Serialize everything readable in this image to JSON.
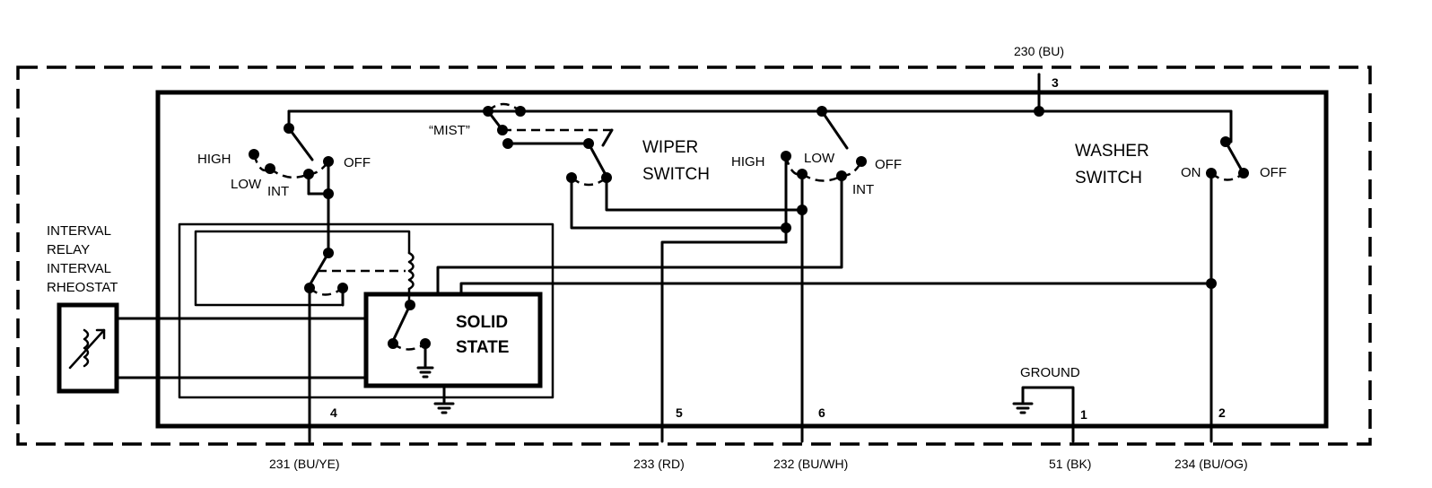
{
  "component_labels": {
    "interval_relay": "INTERVAL",
    "interval_relay_2": "RELAY",
    "interval_rheostat": "INTERVAL",
    "interval_rheostat_2": "RHEOSTAT",
    "solid_state_1": "SOLID",
    "solid_state_2": "STATE",
    "wiper_switch_1": "WIPER",
    "wiper_switch_2": "SWITCH",
    "washer_switch_1": "WASHER",
    "washer_switch_2": "SWITCH",
    "ground": "GROUND"
  },
  "switch_positions": {
    "left_high": "HIGH",
    "left_low": "LOW",
    "left_int": "INT",
    "left_off": "OFF",
    "mist": "“MIST”",
    "right_high": "HIGH",
    "right_low": "LOW",
    "right_off": "OFF",
    "right_int": "INT",
    "washer_on": "ON",
    "washer_off": "OFF"
  },
  "pins": {
    "p3": "3",
    "p4": "4",
    "p5": "5",
    "p6": "6",
    "p1": "1",
    "p2": "2"
  },
  "wires": {
    "w230": "230 (BU)",
    "w231": "231 (BU/YE)",
    "w233": "233 (RD)",
    "w232": "232 (BU/WH)",
    "w51": "51 (BK)",
    "w234": "234 (BU/OG)"
  }
}
